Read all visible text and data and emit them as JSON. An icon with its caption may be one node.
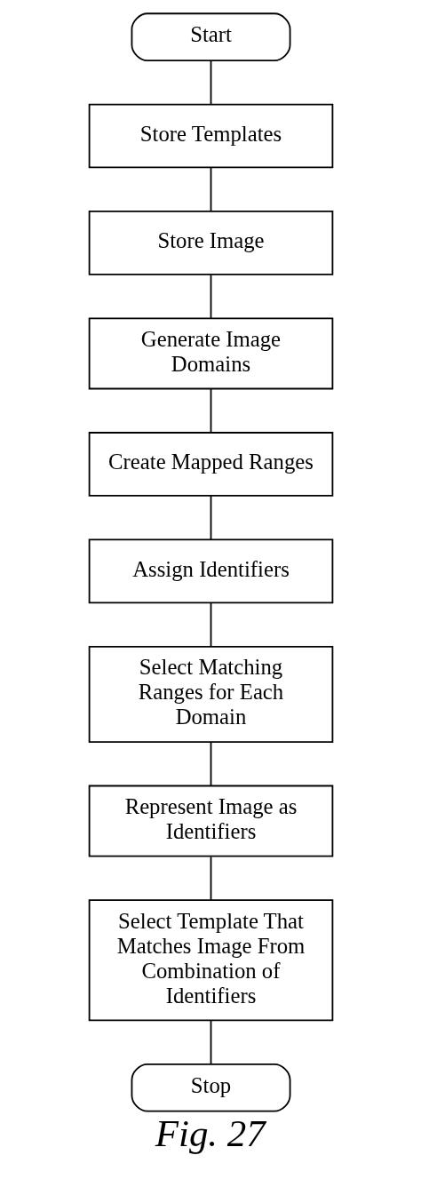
{
  "diagram": {
    "caption": "Fig. 27",
    "nodes": [
      {
        "text": [
          "Start"
        ]
      },
      {
        "text": [
          "Store Templates"
        ]
      },
      {
        "text": [
          "Store Image"
        ]
      },
      {
        "text": [
          "Generate Image Domains"
        ]
      },
      {
        "text": [
          "Create Mapped Ranges"
        ]
      },
      {
        "text": [
          "Assign Identifiers"
        ]
      },
      {
        "text": [
          "Select Matching Ranges for Each Domain"
        ]
      },
      {
        "text": [
          "Represent Image as Identifiers"
        ]
      },
      {
        "text": [
          "Select Template That Matches Image From Combination of Identifiers"
        ]
      },
      {
        "text": [
          "Stop"
        ]
      }
    ],
    "edges": [
      {
        "from": 0,
        "to": 1,
        "arrow": "none"
      },
      {
        "from": 1,
        "to": 2,
        "arrow": "none"
      },
      {
        "from": 2,
        "to": 3,
        "arrow": "none"
      },
      {
        "from": 3,
        "to": 4,
        "arrow": "none"
      },
      {
        "from": 4,
        "to": 5,
        "arrow": "none"
      },
      {
        "from": 5,
        "to": 6,
        "arrow": "none"
      },
      {
        "from": 6,
        "to": 7,
        "arrow": "none"
      },
      {
        "from": 7,
        "to": 8,
        "arrow": "none"
      },
      {
        "from": 8,
        "to": 9,
        "arrow": "none"
      }
    ]
  }
}
